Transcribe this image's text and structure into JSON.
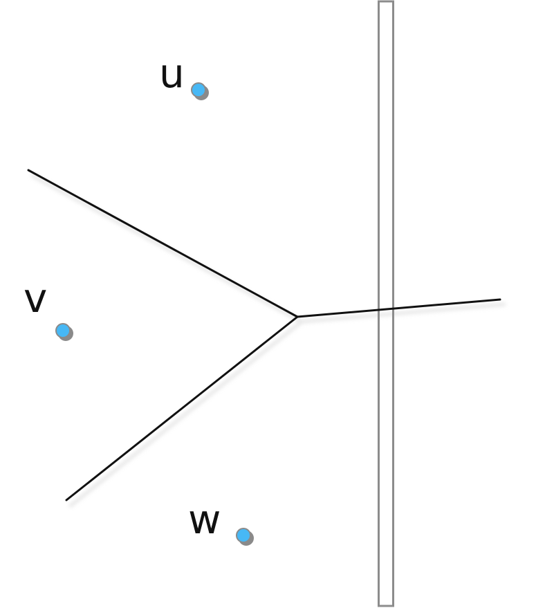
{
  "diagram": {
    "points": [
      {
        "id": "u",
        "label": "u"
      },
      {
        "id": "v",
        "label": "v"
      },
      {
        "id": "w",
        "label": "w"
      }
    ],
    "colors": {
      "point_fill": "#47b8f5",
      "point_shadow": "#8a8a8a",
      "edge": "#111111",
      "edge_shadow": "#d2d2d2",
      "strip_border": "#8c8c8c"
    }
  }
}
